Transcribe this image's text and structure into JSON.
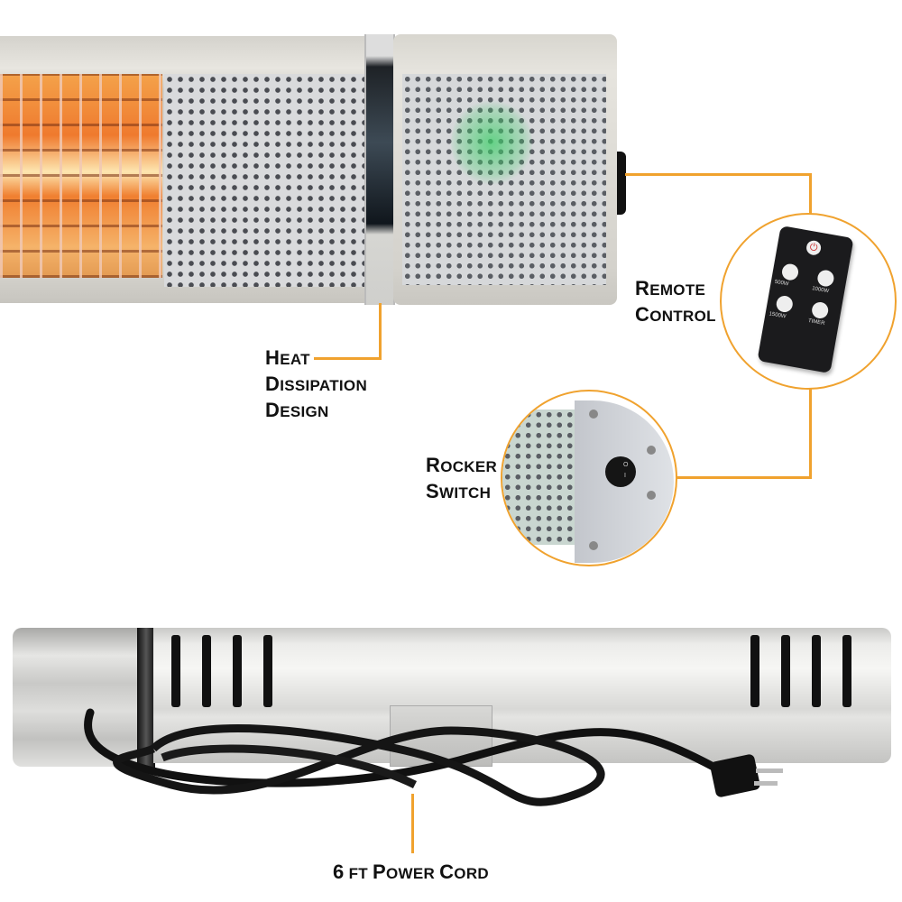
{
  "callouts": {
    "heat_dissipation": {
      "line1_cap": "H",
      "line1_rest": "EAT",
      "line2_cap": "D",
      "line2_rest": "ISSIPATION",
      "line3_cap": "D",
      "line3_rest": "ESIGN"
    },
    "remote_control": {
      "line1_cap": "R",
      "line1_rest": "EMOTE",
      "line2_cap": "C",
      "line2_rest": "ONTROL"
    },
    "rocker_switch": {
      "line1_cap": "R",
      "line1_rest": "OCKER",
      "line2_cap": "S",
      "line2_rest": "WITCH"
    },
    "power_cord": {
      "num": "6",
      "unit": "FT",
      "word1_cap": "P",
      "word1_rest": "OWER",
      "word2_cap": "C",
      "word2_rest": "ORD"
    }
  },
  "remote": {
    "buttons": [
      {
        "label": "500W"
      },
      {
        "label": "1000W"
      },
      {
        "label": "1500W"
      },
      {
        "label": "TIMER"
      }
    ],
    "power_icon": "power-icon"
  },
  "rocker": {
    "on_symbol": "O",
    "off_symbol": "I"
  },
  "colors": {
    "accent": "#f0a22e",
    "heater_glow": "#f58a2a",
    "led_green": "#3ecf6a",
    "body_silver": "#cfd0d2"
  }
}
